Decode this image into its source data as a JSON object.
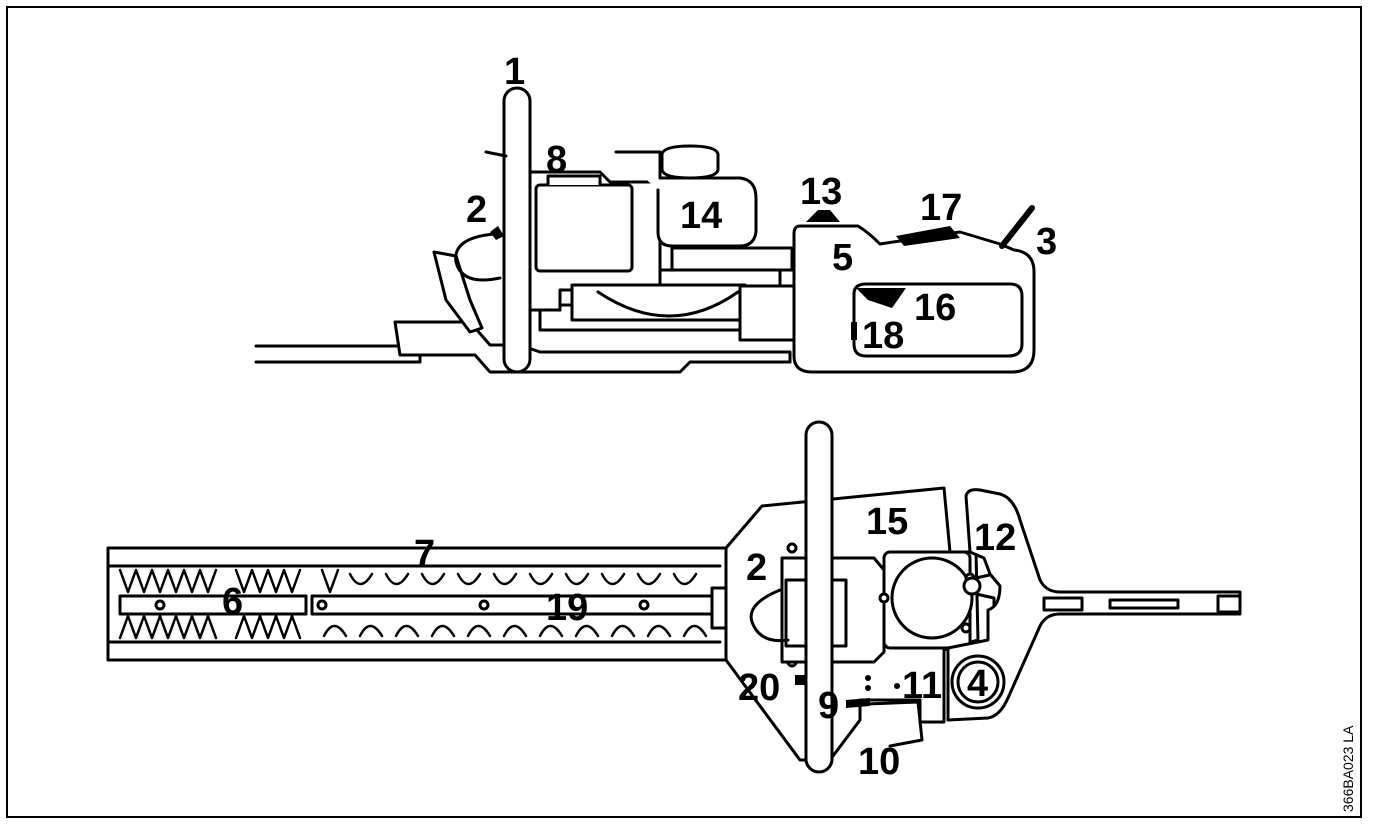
{
  "figure": {
    "figure_code": "366BA023 LA",
    "callouts": [
      "1",
      "2",
      "3",
      "5",
      "8",
      "13",
      "14",
      "16",
      "17",
      "18",
      "2",
      "4",
      "6",
      "7",
      "9",
      "10",
      "11",
      "12",
      "15",
      "19",
      "20"
    ]
  }
}
